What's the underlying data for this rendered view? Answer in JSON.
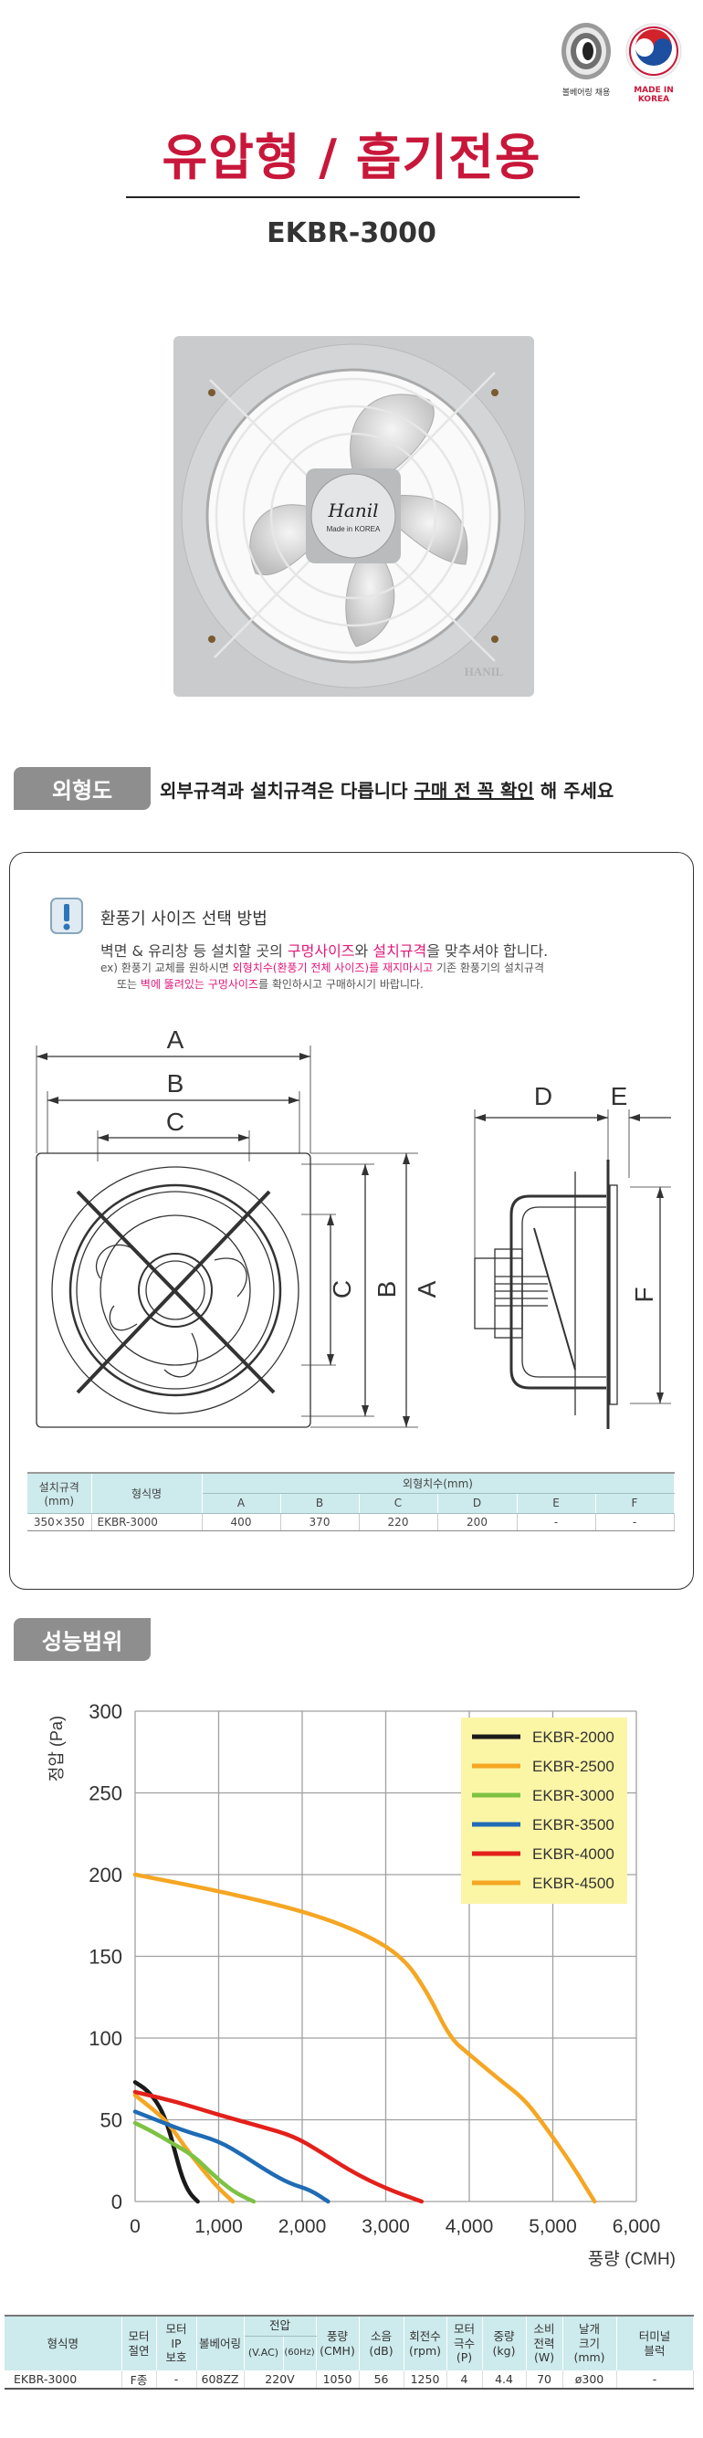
{
  "header": {
    "badges": [
      {
        "caption": "볼베어링 채용",
        "icon": "ball-bearing-icon"
      },
      {
        "caption": "MADE IN KOREA",
        "icon": "korea-emblem-icon"
      }
    ],
    "title": "유압형 / 흡기전용",
    "model": "EKBR-3000"
  },
  "product": {
    "brand": "Hanil",
    "made_in": "Made in KOREA",
    "panel_mark": "HANIL"
  },
  "outline": {
    "tab_label": "외형도",
    "notice_prefix": "외부규격과 설치규격은 다릅니다 ",
    "notice_underlined": "구매 전 꼭 확인",
    "notice_suffix": " 해 주세요",
    "howto": {
      "title": "환풍기 사이즈 선택 방법",
      "line1": [
        "벽면 & 유리창 등 설치할 곳의 ",
        "구멍사이즈",
        "와 ",
        "설치규격",
        "을 맞추셔야 합니다."
      ],
      "line2": [
        "ex) 환풍기 교체를 원하시면 ",
        "외형치수(환풍기 전체 사이즈)를 재지마시고",
        " 기존 환풍기의 설치규격"
      ],
      "line3": [
        "또는 ",
        "벽에 뚫려있는 구멍사이즈",
        "를 확인하시고 구매하시기 바랍니다."
      ]
    },
    "diagram_labels": [
      "A",
      "B",
      "C",
      "D",
      "E",
      "F"
    ],
    "dim_table": {
      "headers": {
        "install": "설치규격\n(mm)",
        "model": "형식명",
        "outer": "외형치수(mm)",
        "dims": [
          "A",
          "B",
          "C",
          "D",
          "E",
          "F"
        ]
      },
      "row": {
        "install": "350×350",
        "model": "EKBR-3000",
        "values": [
          "400",
          "370",
          "220",
          "200",
          "-",
          "-"
        ]
      }
    }
  },
  "performance": {
    "tab_label": "성능범위"
  },
  "chart_data": {
    "type": "line",
    "title": "",
    "xlabel": "풍량 (CMH)",
    "ylabel": "정압 (Pa)",
    "xlim": [
      0,
      6000
    ],
    "ylim": [
      0,
      300
    ],
    "xticks": [
      "0",
      "1,000",
      "2,000",
      "3,000",
      "4,000",
      "5,000",
      "6,000"
    ],
    "yticks": [
      "0",
      "50",
      "100",
      "150",
      "200",
      "250",
      "300"
    ],
    "grid": true,
    "legend_position": "top-right",
    "series": [
      {
        "name": "EKBR-2000",
        "color": "#1a1a1a",
        "points": [
          [
            0,
            73
          ],
          [
            150,
            68
          ],
          [
            300,
            58
          ],
          [
            400,
            45
          ],
          [
            480,
            30
          ],
          [
            560,
            15
          ],
          [
            650,
            5
          ],
          [
            750,
            0
          ]
        ]
      },
      {
        "name": "EKBR-2500",
        "color": "#f5a623",
        "points": [
          [
            0,
            65
          ],
          [
            200,
            57
          ],
          [
            400,
            48
          ],
          [
            600,
            33
          ],
          [
            800,
            20
          ],
          [
            1000,
            8
          ],
          [
            1170,
            0
          ]
        ]
      },
      {
        "name": "EKBR-3000",
        "color": "#7dc243",
        "points": [
          [
            0,
            48
          ],
          [
            200,
            43
          ],
          [
            400,
            37
          ],
          [
            700,
            28
          ],
          [
            900,
            18
          ],
          [
            1100,
            9
          ],
          [
            1250,
            4
          ],
          [
            1420,
            0
          ]
        ]
      },
      {
        "name": "EKBR-3500",
        "color": "#1f6bb5",
        "points": [
          [
            0,
            55
          ],
          [
            300,
            49
          ],
          [
            600,
            43
          ],
          [
            1000,
            37
          ],
          [
            1300,
            28
          ],
          [
            1600,
            18
          ],
          [
            1850,
            11
          ],
          [
            2100,
            7
          ],
          [
            2310,
            0
          ]
        ]
      },
      {
        "name": "EKBR-4000",
        "color": "#e3201b",
        "points": [
          [
            0,
            67
          ],
          [
            500,
            61
          ],
          [
            1000,
            53
          ],
          [
            1500,
            46
          ],
          [
            1900,
            40
          ],
          [
            2200,
            31
          ],
          [
            2600,
            18
          ],
          [
            3000,
            8
          ],
          [
            3430,
            0
          ]
        ]
      },
      {
        "name": "EKBR-4500",
        "color": "#f5a623",
        "points": [
          [
            0,
            200
          ],
          [
            1000,
            190
          ],
          [
            2000,
            178
          ],
          [
            2700,
            165
          ],
          [
            3200,
            150
          ],
          [
            3500,
            128
          ],
          [
            3770,
            100
          ],
          [
            4000,
            90
          ],
          [
            4350,
            75
          ],
          [
            4650,
            63
          ],
          [
            4850,
            50
          ],
          [
            5200,
            25
          ],
          [
            5500,
            0
          ]
        ]
      }
    ]
  },
  "spec_table": {
    "headers": {
      "model": "형식명",
      "insulation": "모터\n절연",
      "ip": "모터\nIP\n보호",
      "bearing": "볼베어링",
      "voltage": "전압",
      "voltage_unit": "(V.AC)",
      "freq": "(60Hz)",
      "airflow": "풍량\n(CMH)",
      "noise": "소음\n(dB)",
      "rpm": "회전수\n(rpm)",
      "poles": "모터\n극수\n(P)",
      "weight": "중량\n(kg)",
      "power": "소비\n전력\n(W)",
      "blade": "날개\n크기\n(mm)",
      "terminal": "터미널\n블럭"
    },
    "row": [
      "EKBR-3000",
      "F종",
      "-",
      "608ZZ",
      "220V",
      "1050",
      "56",
      "1250",
      "4",
      "4.4",
      "70",
      "ø300",
      "-"
    ]
  }
}
